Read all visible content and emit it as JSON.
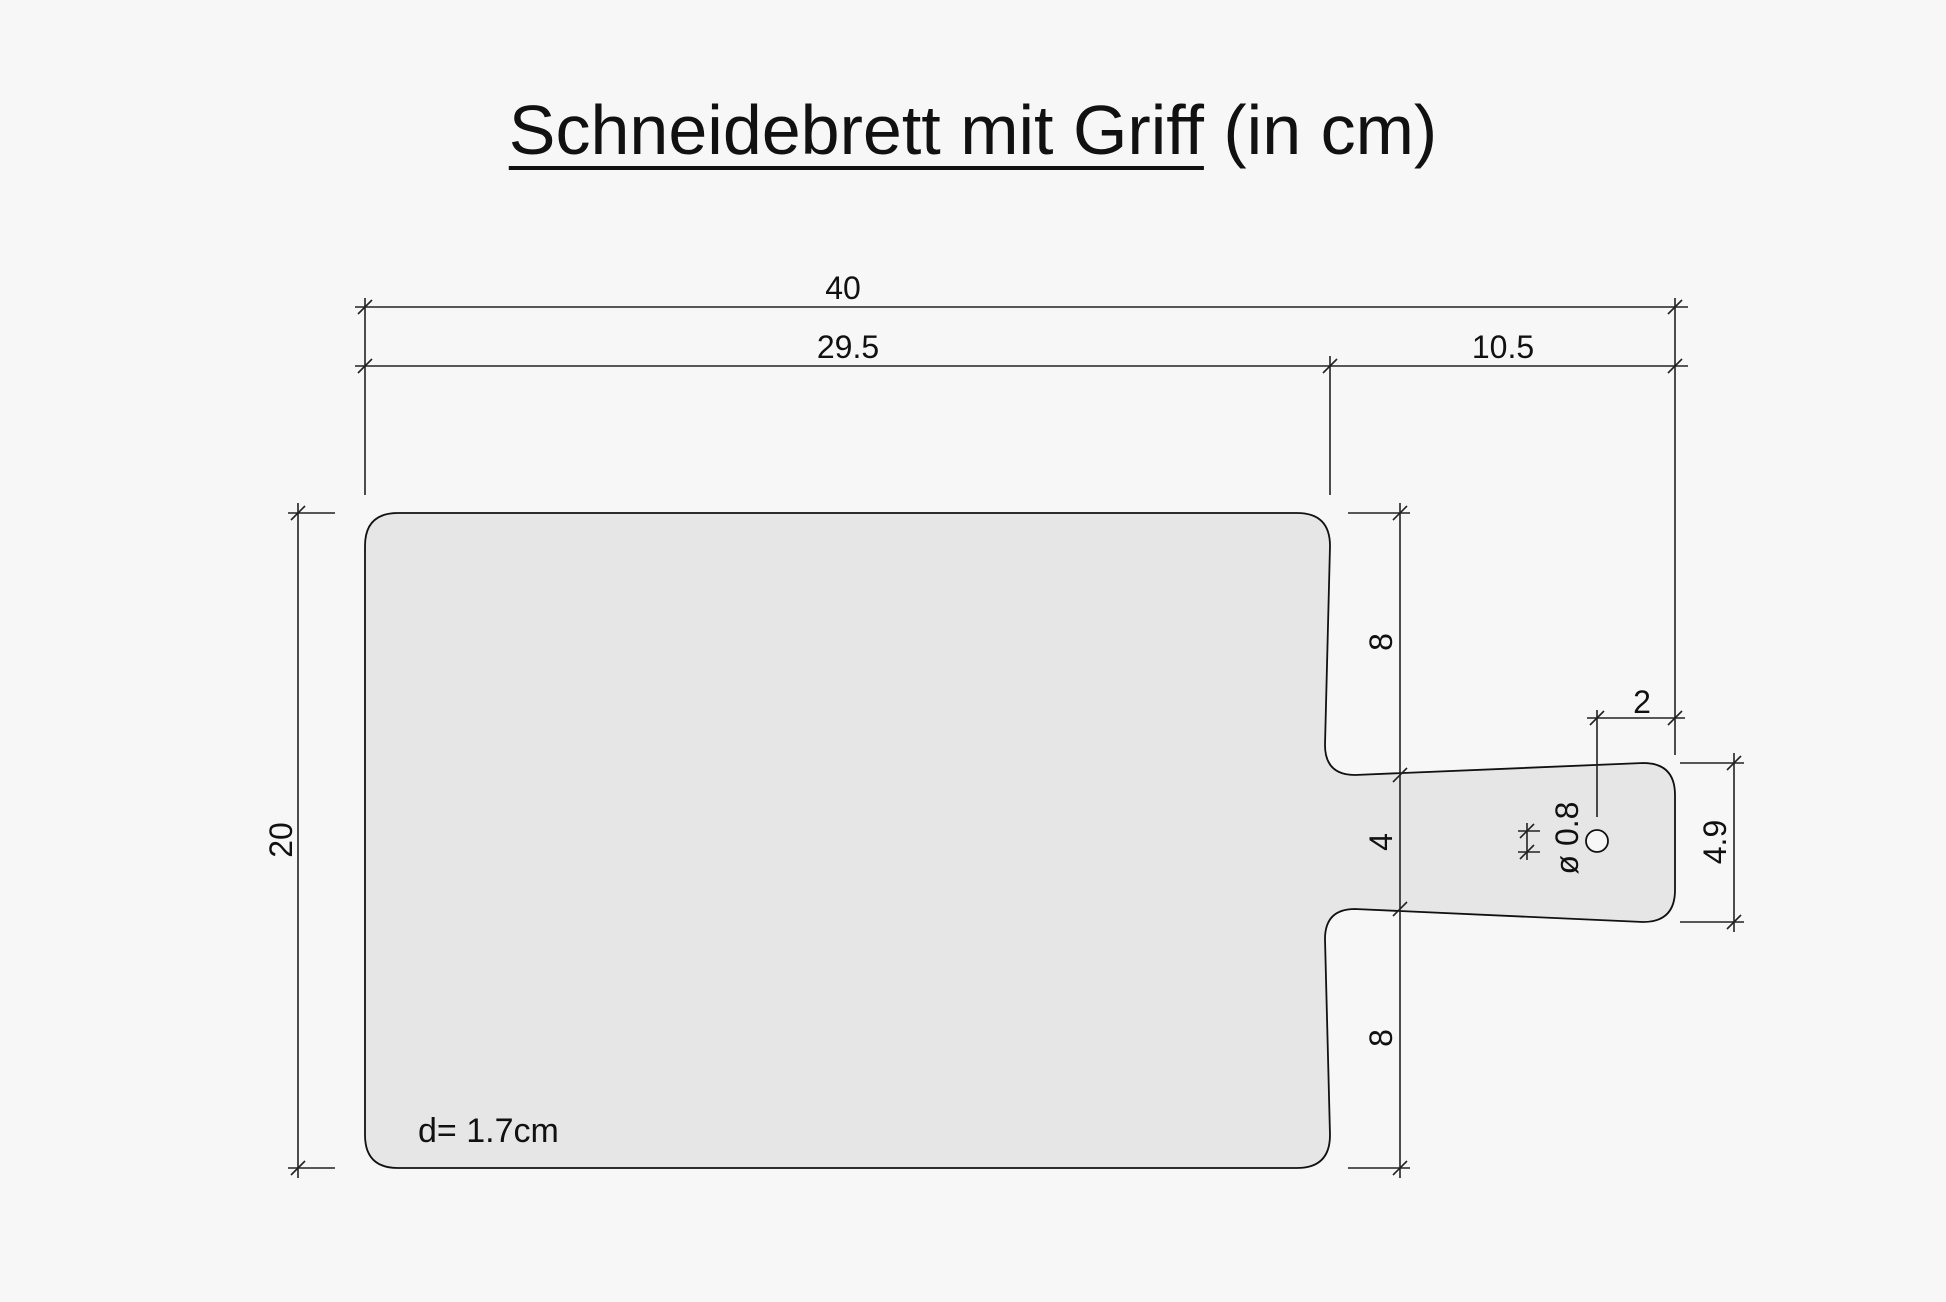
{
  "title": {
    "main": "Schneidebrett mit Griff",
    "units": " (in cm)"
  },
  "dimensions": {
    "total_length": "40",
    "board_length": "29.5",
    "handle_length": "10.5",
    "board_width": "20",
    "upper_offset": "8",
    "handle_root_width": "4",
    "lower_offset": "8",
    "handle_end_width": "4.9",
    "hole_offset": "2",
    "hole_diameter": "ø 0.8"
  },
  "thickness_label": "d= 1.7cm",
  "colors": {
    "board_fill": "#e6e6e6",
    "outline": "#111111",
    "background": "#f7f7f7"
  }
}
